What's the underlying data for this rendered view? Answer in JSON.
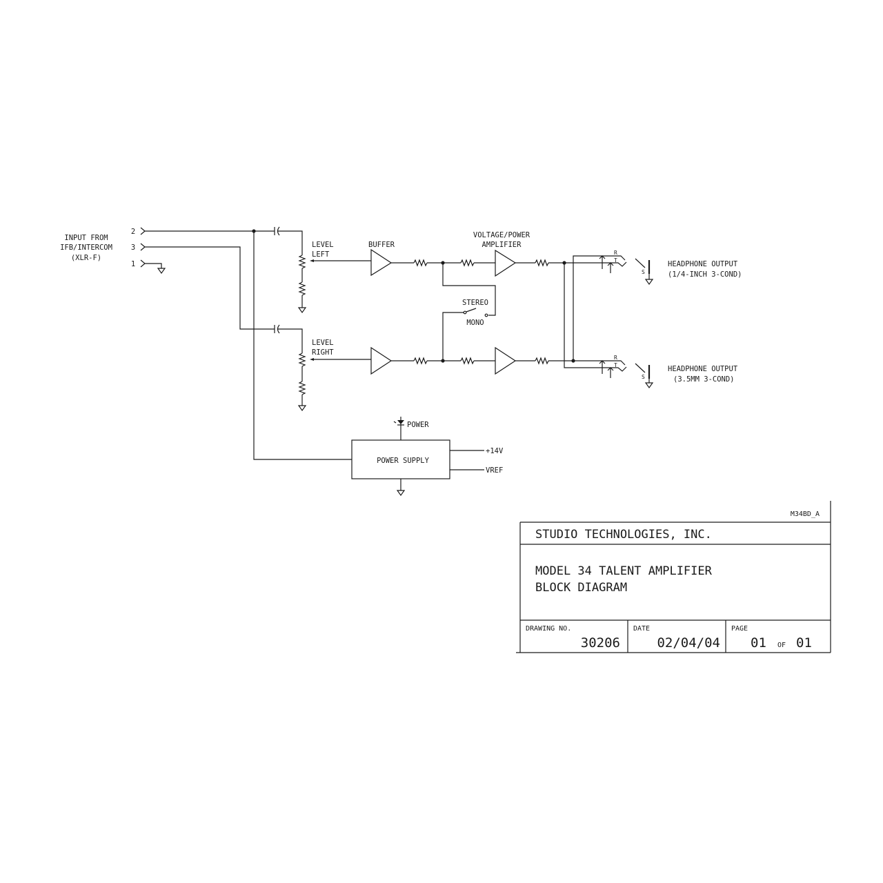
{
  "input": {
    "line1": "INPUT FROM",
    "line2": "IFB/INTERCOM",
    "line3": "(XLR-F)",
    "pins": [
      "2",
      "3",
      "1"
    ]
  },
  "level_left": {
    "line1": "LEVEL",
    "line2": "LEFT"
  },
  "level_right": {
    "line1": "LEVEL",
    "line2": "RIGHT"
  },
  "buffer": "BUFFER",
  "amplifier": {
    "line1": "VOLTAGE/POWER",
    "line2": "AMPLIFIER"
  },
  "switch": {
    "stereo": "STEREO",
    "mono": "MONO"
  },
  "jack_labels": {
    "ring": "R",
    "tip": "T",
    "sleeve": "S"
  },
  "output_quarter": {
    "line1": "HEADPHONE OUTPUT",
    "line2": "(1/4-INCH 3-COND)"
  },
  "output_mini": {
    "line1": "HEADPHONE OUTPUT",
    "line2": "(3.5MM 3-COND)"
  },
  "power_led": "POWER",
  "power_supply": "POWER SUPPLY",
  "rails": {
    "plus14": "+14V",
    "vref": "VREF"
  },
  "title_block": {
    "ref": "M34BD_A",
    "company": "STUDIO TECHNOLOGIES, INC.",
    "title_line1": "MODEL 34 TALENT AMPLIFIER",
    "title_line2": "BLOCK DIAGRAM",
    "drawing_no_label": "DRAWING NO.",
    "drawing_no": "30206",
    "date_label": "DATE",
    "date": "02/04/04",
    "page_label": "PAGE",
    "page": "01",
    "of_label": "OF",
    "total_pages": "01"
  }
}
